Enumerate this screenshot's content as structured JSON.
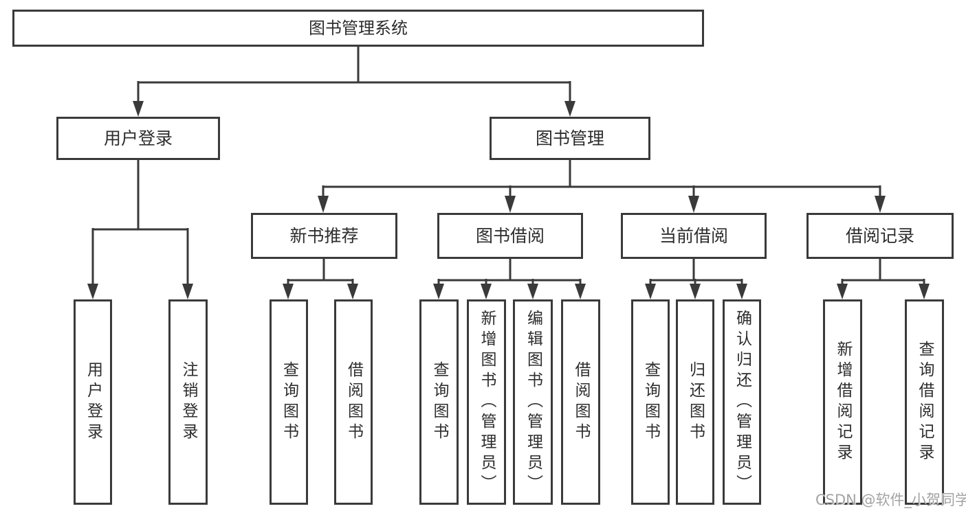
{
  "tree": {
    "root": {
      "label": "图书管理系统"
    },
    "user_login": {
      "label": "用户登录",
      "children": [
        "用户登录",
        "注销登录"
      ]
    },
    "book_mgmt": {
      "label": "图书管理"
    },
    "new_books": {
      "label": "新书推荐",
      "children": [
        "查询图书",
        "借阅图书"
      ]
    },
    "book_borrow": {
      "label": "图书借阅",
      "children": [
        "查询图书",
        "新增图书（管理员）",
        "编辑图书（管理员）",
        "借阅图书"
      ]
    },
    "current_borrow": {
      "label": "当前借阅",
      "children": [
        "查询图书",
        "归还图书",
        "确认归还（管理员）"
      ]
    },
    "borrow_records": {
      "label": "借阅记录",
      "children": [
        "新增借阅记录",
        "查询借阅记录"
      ]
    }
  },
  "watermark": "CSDN @软件_小贺同学",
  "colors": {
    "line": "#3a3a3a",
    "text": "#2d2d2d",
    "watermark": "#a3a3a3",
    "background": "#ffffff"
  }
}
